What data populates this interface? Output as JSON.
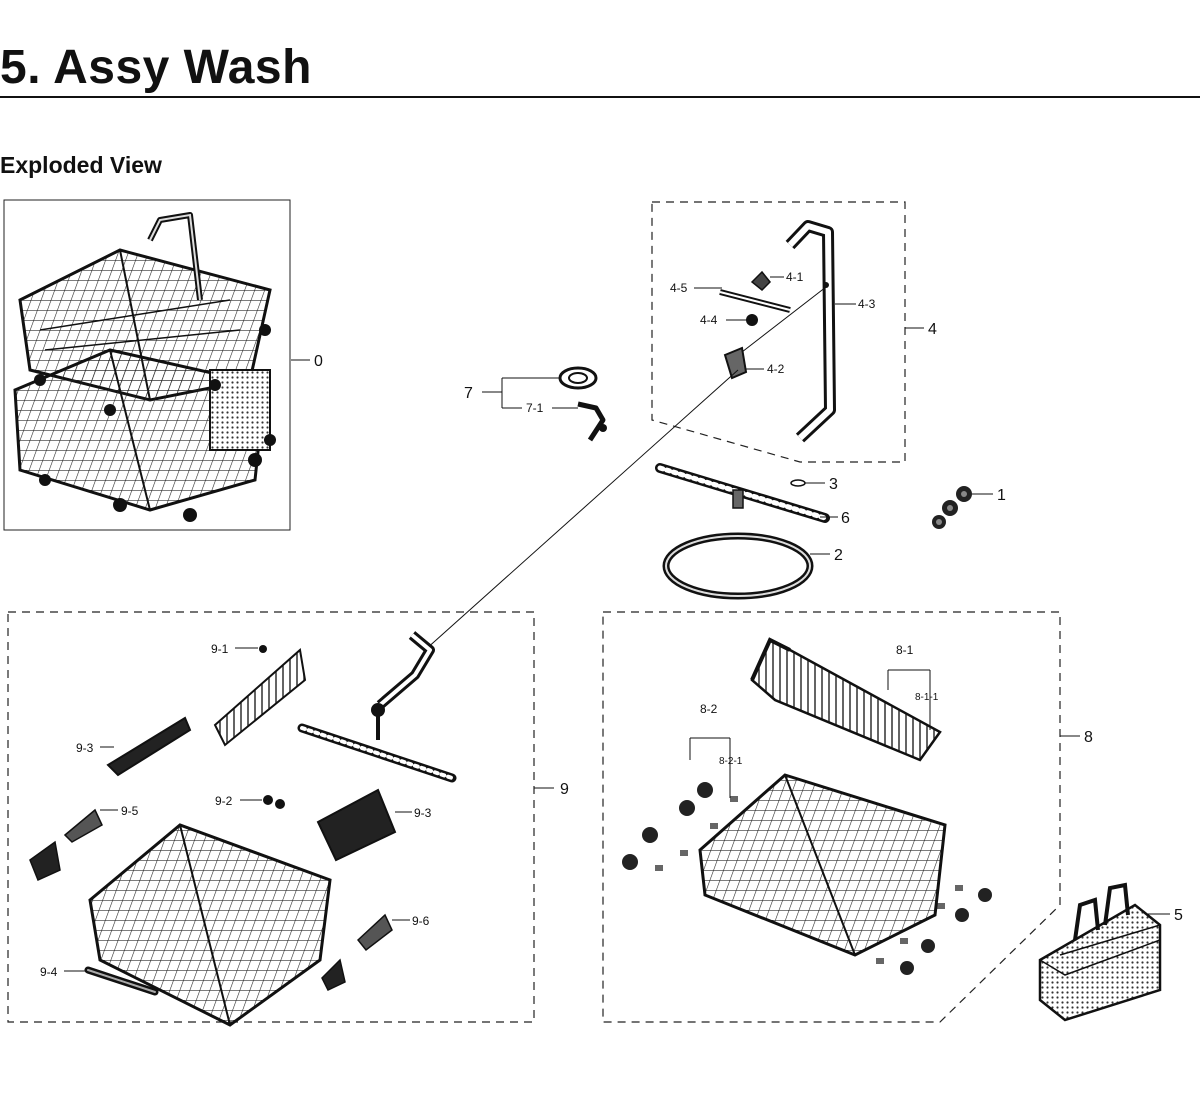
{
  "header": {
    "title": "5.  Assy Wash",
    "subtitle": "Exploded View"
  },
  "callouts": {
    "c0": "0",
    "c1": "1",
    "c2": "2",
    "c3": "3",
    "c4": "4",
    "c4_1": "4-1",
    "c4_2": "4-2",
    "c4_3": "4-3",
    "c4_4": "4-4",
    "c4_5": "4-5",
    "c5": "5",
    "c6": "6",
    "c7": "7",
    "c7_1": "7-1",
    "c8": "8",
    "c8_1": "8-1",
    "c8_1_1": "8-1-1",
    "c8_2": "8-2",
    "c8_2_1": "8-2-1",
    "c9": "9",
    "c9_1": "9-1",
    "c9_2": "9-2",
    "c9_3a": "9-3",
    "c9_3b": "9-3",
    "c9_4": "9-4",
    "c9_5": "9-5",
    "c9_6": "9-6"
  },
  "colors": {
    "ink": "#111111",
    "paper": "#ffffff",
    "shade": "#555555"
  }
}
